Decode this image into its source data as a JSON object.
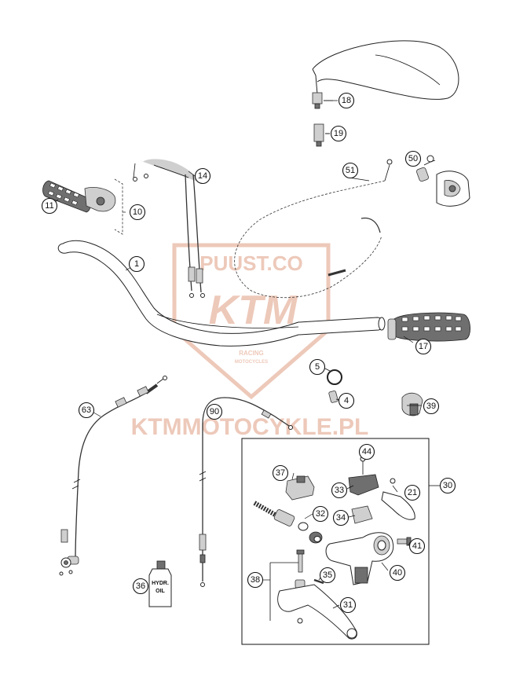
{
  "watermark": {
    "brand": "PUUST.CO",
    "logo": "KTM",
    "tag_line1": "RACING",
    "tag_line2": "MOTOCYCLES",
    "url": "KTMMOTOCYKLE.PL",
    "color": "#e8b7a3"
  },
  "callouts": {
    "p1": "1",
    "p4": "4",
    "p5": "5",
    "p10": "10",
    "p11": "11",
    "p14": "14",
    "p17": "17",
    "p18": "18",
    "p19": "19",
    "p21": "21",
    "p30": "30",
    "p31": "31",
    "p32": "32",
    "p33": "33",
    "p34": "34",
    "p35": "35",
    "p36": "36",
    "p37": "37",
    "p38": "38",
    "p39": "39",
    "p40": "40",
    "p41": "41",
    "p44": "44",
    "p50": "50",
    "p51": "51",
    "p63": "63",
    "p90": "90"
  },
  "oil_bottle": {
    "line1": "HYDR.",
    "line2": "OIL"
  }
}
